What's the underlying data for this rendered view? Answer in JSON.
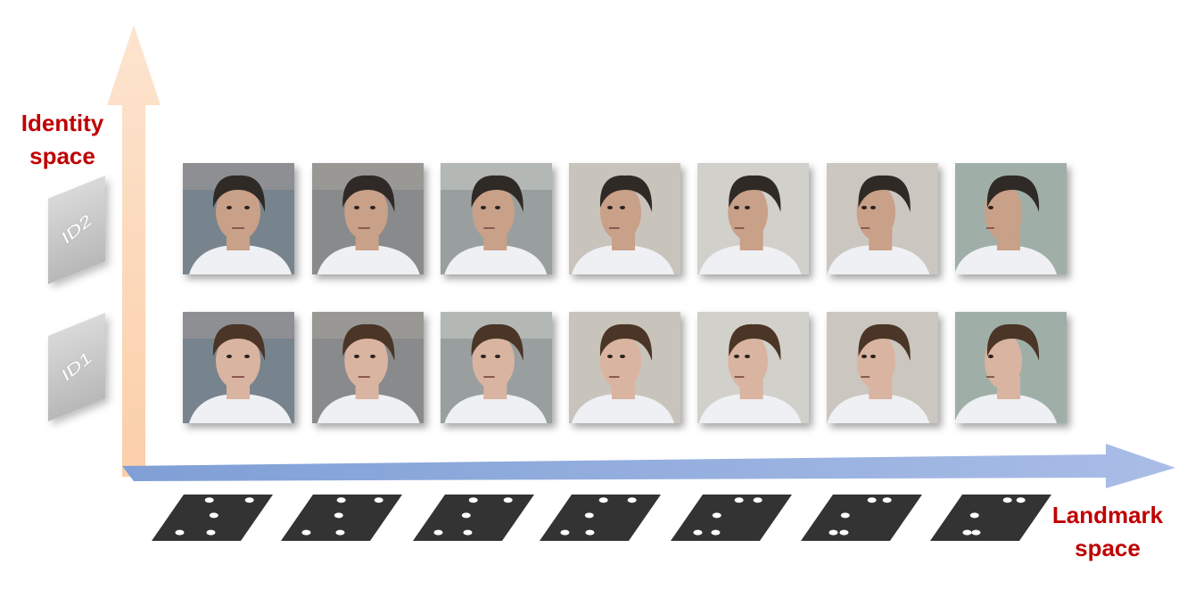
{
  "axes": {
    "identity_label": "Identity\nspace",
    "landmark_label": "Landmark\nspace",
    "identity_color": "#fcd5b4",
    "landmark_color": "#8eaadb",
    "label_color": "#c00000"
  },
  "identities": [
    {
      "id": "ID2",
      "hair_color": "#2f2a26",
      "skin_color": "#c9a088"
    },
    {
      "id": "ID1",
      "hair_color": "#4a3526",
      "skin_color": "#d9b4a0"
    }
  ],
  "poses": [
    {
      "step": 1,
      "background_color": "#8d8f93"
    },
    {
      "step": 2,
      "background_color": "#9a9895"
    },
    {
      "step": 3,
      "background_color": "#b3b8b4"
    },
    {
      "step": 4,
      "background_color": "#c8c4bc"
    },
    {
      "step": 5,
      "background_color": "#d2d0cb"
    },
    {
      "step": 6,
      "background_color": "#cbc7c0"
    },
    {
      "step": 7,
      "background_color": "#9fafa7"
    }
  ],
  "landmark_tile_color": "#333333",
  "landmark_dot_color": "#ffffff",
  "photo_content": "face photographs rendered as pictures"
}
